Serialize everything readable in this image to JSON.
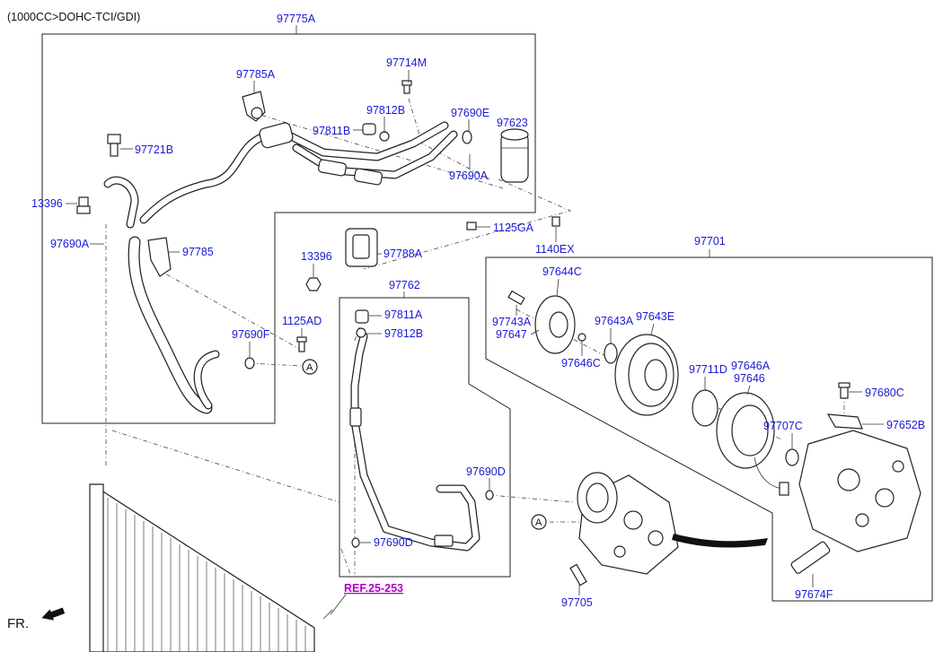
{
  "header": {
    "engine_spec": "(1000CC>DOHC-TCI/GDI)"
  },
  "groups": {
    "hose_assembly": "97775A",
    "pipe_assembly": "97762",
    "compressor_assembly": "97701"
  },
  "labels": {
    "p97785A": "97785A",
    "p97714M": "97714M",
    "p97812B_top": "97812B",
    "p97690E": "97690E",
    "p97623": "97623",
    "p97811B": "97811B",
    "p97721B": "97721B",
    "p97690A_mid": "97690A",
    "p13396_left": "13396",
    "p1125GA": "1125GA",
    "p1140EX": "1140EX",
    "p97690A_left": "97690A",
    "p97785": "97785",
    "p13396_mid": "13396",
    "p97788A": "97788A",
    "p1125AD": "1125AD",
    "p97690F": "97690F",
    "p97811A": "97811A",
    "p97812B_low": "97812B",
    "p97690D_upper": "97690D",
    "p97690D_lower": "97690D",
    "p97705": "97705",
    "p97644C": "97644C",
    "p97743A": "97743A",
    "p97647": "97647",
    "p97643A": "97643A",
    "p97643E": "97643E",
    "p97646C": "97646C",
    "p97711D": "97711D",
    "p97646A": "97646A",
    "p97646": "97646",
    "p97680C": "97680C",
    "p97707C": "97707C",
    "p97652B": "97652B",
    "p97674F": "97674F"
  },
  "references": {
    "ref_25_253": "REF.25-253"
  },
  "markers": {
    "connection_point": "A"
  },
  "orientation": {
    "front_label": "FR."
  },
  "colors": {
    "part_number": "#1a1ad6",
    "reference_link": "#b000c8",
    "lines": "#222222"
  }
}
